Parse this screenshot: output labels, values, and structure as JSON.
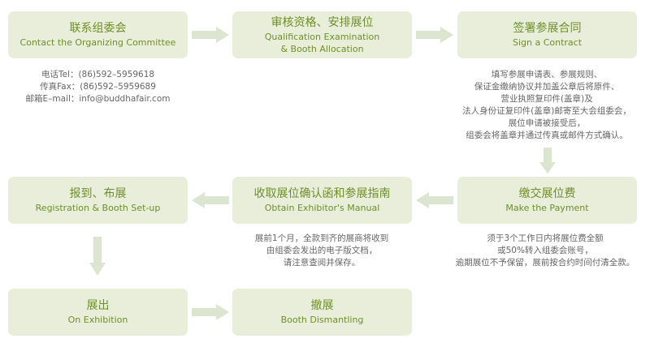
{
  "colors": {
    "box_bg": "#e8eed9",
    "title_text": "#6f8f2a",
    "note_text": "#666666",
    "arrow": "#dce5cf"
  },
  "steps": {
    "contact": {
      "title": "联系组委会",
      "subtitle": "Contact the Organizing Committee"
    },
    "qualification": {
      "title": "审核资格、安排展位",
      "subtitle_line1": "Qualification Examination",
      "subtitle_line2": "& Booth Allocation"
    },
    "contract": {
      "title": "签署参展合同",
      "subtitle": "Sign a Contract"
    },
    "payment": {
      "title": "缴交展位费",
      "subtitle": "Make the Payment"
    },
    "manual": {
      "title": "收取展位确认函和参展指南",
      "subtitle": "Obtain Exhibitor's Manual"
    },
    "registration": {
      "title": "报到、布展",
      "subtitle": "Registration & Booth Set-up"
    },
    "exhibition": {
      "title": "展出",
      "subtitle": "On Exhibition"
    },
    "dismantling": {
      "title": "撤展",
      "subtitle": "Booth Dismantling"
    }
  },
  "contact_info": {
    "tel": "电话Tel：(86)592–5959618",
    "fax": "传真Fax：(86)592–5959689",
    "email": "邮箱E–mail：info@buddhafair.com"
  },
  "contract_note": [
    "填写参展申请表、参展规则、",
    "保证金缴纳协议并加盖公章后将原件、",
    "营业执照复印件(盖章)及",
    "法人身份证复印件(盖章)邮寄至大会组委会，",
    "展位申请被接受后，",
    "组委会将盖章并通过传真或邮件方式确认。"
  ],
  "payment_note": [
    "须于3个工作日内将展位费全额",
    "或50%转入组委会账号，",
    "逾期展位不予保留，展前按合约时间付清全款。"
  ],
  "manual_note": [
    "展前1个月，全款到齐的展商将收到",
    "由组委会发出的电子版文档，",
    "请注意查阅并保存。"
  ]
}
